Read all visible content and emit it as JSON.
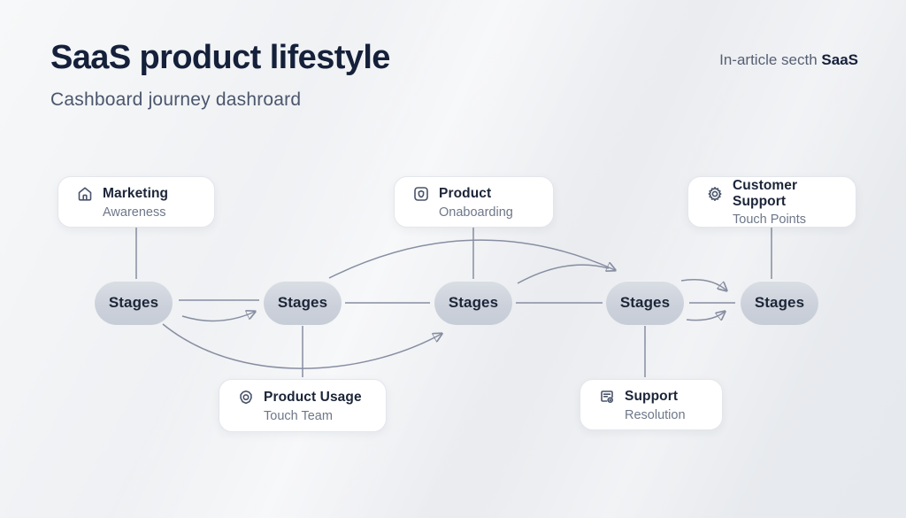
{
  "header": {
    "title": "SaaS product lifestyle",
    "subtitle": "Cashboard journey dashroard",
    "corner_prefix": "In-article secth",
    "corner_brand": "SaaS"
  },
  "diagram": {
    "stages": [
      "Stages",
      "Stages",
      "Stages",
      "Stages",
      "Stages"
    ],
    "cards": [
      {
        "icon": "home-icon",
        "title": "Marketing",
        "subtitle": "Awareness"
      },
      {
        "icon": "product-box-icon",
        "title": "Product",
        "subtitle": "Onaboarding"
      },
      {
        "icon": "gear-icon",
        "title": "Customer Support",
        "subtitle": "Touch Points"
      },
      {
        "icon": "cog-hex-icon",
        "title": "Product Usage",
        "subtitle": "Touch Team"
      },
      {
        "icon": "report-gear-icon",
        "title": "Support",
        "subtitle": "Resolution"
      }
    ]
  },
  "colors": {
    "background": "#edeff2",
    "title_text": "#15203a",
    "muted_text": "#4c566c",
    "card_border": "#e3e6eb",
    "pill_fill": "#cbd0da",
    "connector": "#878ea1",
    "arrowhead": "#434c61"
  }
}
